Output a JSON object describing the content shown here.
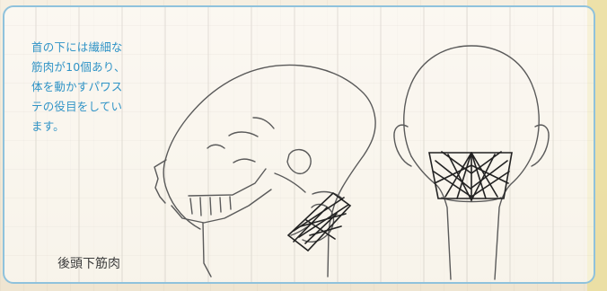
{
  "caption": {
    "lines": [
      "首の下には繊細な",
      "筋肉が10個あり、",
      "体を動かすパワス",
      "テの役目をしてい",
      "ます。"
    ]
  },
  "figure_label": "後頭下筋肉",
  "colors": {
    "caption": "#2f93c6",
    "border": "#8fc2dc",
    "line": "#5a5a5a",
    "muscle": "#222222"
  }
}
